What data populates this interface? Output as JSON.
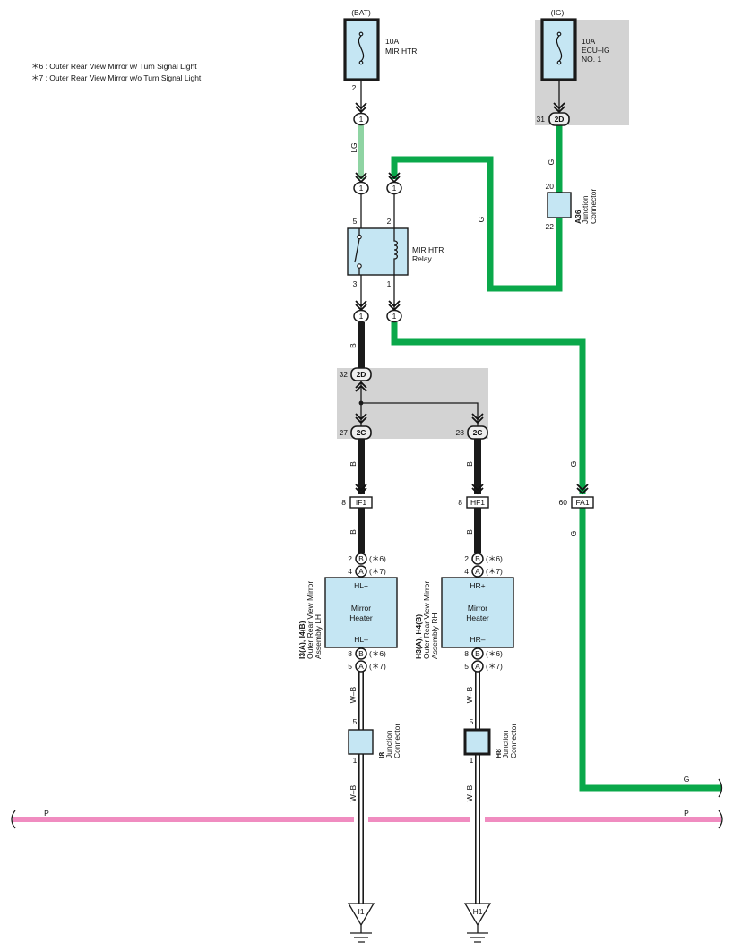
{
  "notes": {
    "n6": "＊6 : Outer Rear View Mirror w/ Turn Signal Light",
    "n7": "＊7 : Outer Rear View Mirror w/o Turn Signal Light"
  },
  "power": {
    "bat": "(BAT)",
    "ig": "(IG)"
  },
  "fuse_mir_htr": {
    "rating": "10A",
    "name": "MIR HTR",
    "pin_out": "2"
  },
  "fuse_ecu_ig": {
    "rating": "10A",
    "name": "ECU–IG",
    "name2": "NO. 1"
  },
  "wires": {
    "lg": "LG",
    "g": "G",
    "b": "B",
    "wb": "W–B",
    "p": "P"
  },
  "connectors": {
    "c_top": "1",
    "c_mid_left": "1",
    "c_mid_right": "1",
    "c_low_left": "1",
    "c_low_right": "1",
    "j2d_top": {
      "pin": "31",
      "id": "2D"
    },
    "j2d_mid": {
      "pin": "32",
      "id": "2D"
    },
    "j2c_left": {
      "pin": "27",
      "id": "2C"
    },
    "j2c_right": {
      "pin": "28",
      "id": "2C"
    },
    "if1": {
      "pin": "8",
      "id": "IF1"
    },
    "hf1": {
      "pin": "8",
      "id": "HF1"
    },
    "fa1": {
      "pin": "60",
      "id": "FA1"
    }
  },
  "relay": {
    "name": "MIR HTR",
    "name2": "Relay",
    "pin5": "5",
    "pin2": "2",
    "pin3": "3",
    "pin1": "1"
  },
  "a36": {
    "code": "A36",
    "label": "Junction",
    "label2": "Connector",
    "pin_in": "20",
    "pin_out": "22"
  },
  "heater_lh": {
    "code": "I3(A), I4(B)",
    "name": "Outer Rear View Mirror",
    "name2": "Assembly LH",
    "plus": "HL+",
    "minus": "HL–",
    "body": "Mirror",
    "body2": "Heater",
    "top_b": {
      "pin": "2",
      "conn": "B",
      "note": "(＊6)"
    },
    "top_a": {
      "pin": "4",
      "conn": "A",
      "note": "(＊7)"
    },
    "bot_b": {
      "pin": "8",
      "conn": "B",
      "note": "(＊6)"
    },
    "bot_a": {
      "pin": "5",
      "conn": "A",
      "note": "(＊7)"
    }
  },
  "heater_rh": {
    "code": "H3(A), H4(B)",
    "name": "Outer Rear View Mirror",
    "name2": "Assembly RH",
    "plus": "HR+",
    "minus": "HR–",
    "body": "Mirror",
    "body2": "Heater",
    "top_b": {
      "pin": "2",
      "conn": "B",
      "note": "(＊6)"
    },
    "top_a": {
      "pin": "4",
      "conn": "A",
      "note": "(＊7)"
    },
    "bot_b": {
      "pin": "8",
      "conn": "B",
      "note": "(＊6)"
    },
    "bot_a": {
      "pin": "5",
      "conn": "A",
      "note": "(＊7)"
    }
  },
  "i8": {
    "code": "I8",
    "label": "Junction",
    "label2": "Connector",
    "pin_in": "5",
    "pin_out": "1"
  },
  "h8": {
    "code": "H8",
    "label": "Junction",
    "label2": "Connector",
    "pin_in": "5",
    "pin_out": "1"
  },
  "grounds": {
    "lh": "I1",
    "rh": "H1"
  },
  "colors": {
    "wire_g": "#0aa84a",
    "wire_lg": "#8fd4a3",
    "wire_b": "#1a1a1a",
    "wire_p": "#f08cc0",
    "component_fill": "#c5e6f3",
    "shaded_area": "#d3d3d3"
  }
}
